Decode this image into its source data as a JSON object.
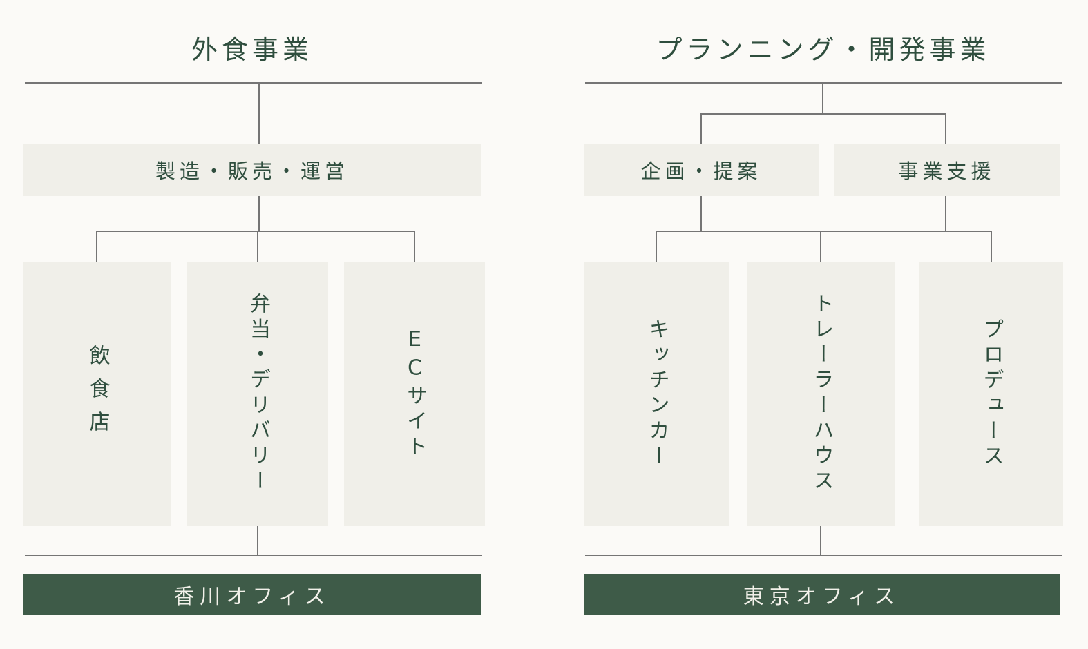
{
  "colors": {
    "page_bg": "#fbfaf7",
    "box_bg": "#f0efe9",
    "line": "#757575",
    "ink": "#2f4e3e",
    "office_bg": "#3e5b48",
    "office_ink": "#f2f1ea"
  },
  "sections": [
    {
      "title": "外食事業",
      "level2": [
        "製造・販売・運営"
      ],
      "level3": [
        "飲食店",
        "弁当・デリバリー",
        "ECサイト"
      ],
      "office": "香川オフィス"
    },
    {
      "title": "プランニング・開発事業",
      "level2": [
        "企画・提案",
        "事業支援"
      ],
      "level3": [
        "キッチンカー",
        "トレーラーハウス",
        "プロデュース"
      ],
      "office": "東京オフィス"
    }
  ]
}
